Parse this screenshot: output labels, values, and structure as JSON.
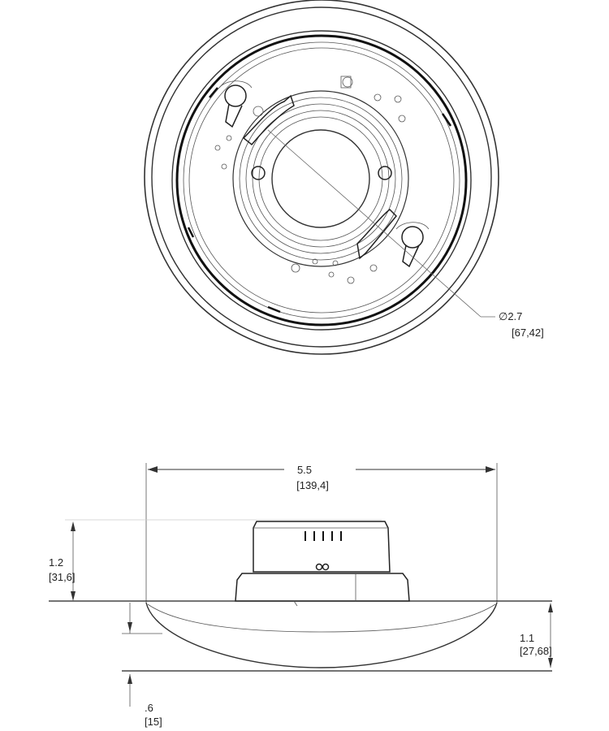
{
  "top_view": {
    "diameter_symbol": "∅",
    "diameter_in": "2.7",
    "diameter_mm": "[67,42]"
  },
  "side_view": {
    "width_in": "5.5",
    "width_mm": "[139,4]",
    "height_in": "1.2",
    "height_mm": "[31,6]",
    "dome_in": "1.1",
    "dome_mm": "[27,68]",
    "lower_in": ".6",
    "lower_mm": "[15]"
  }
}
